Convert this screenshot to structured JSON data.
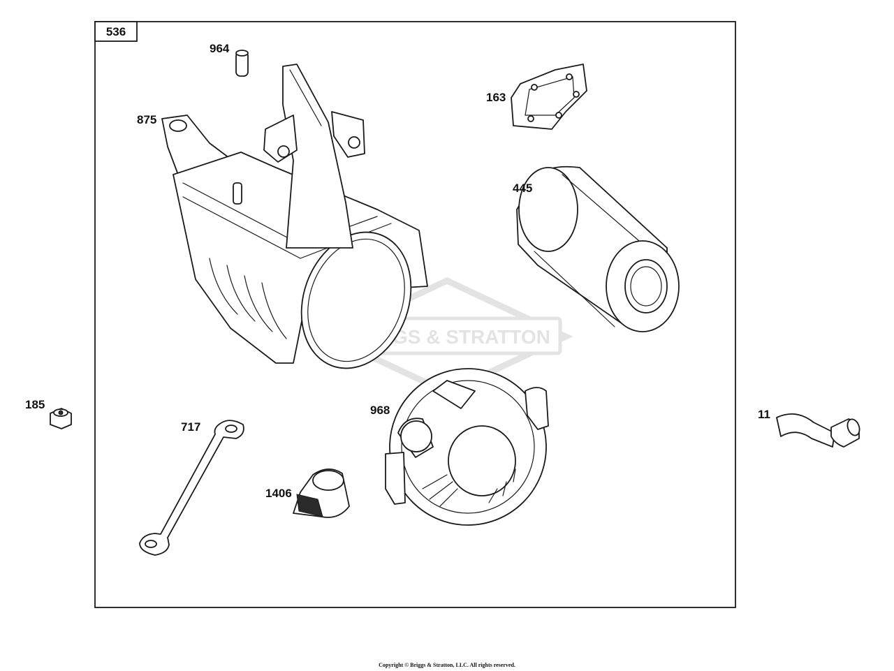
{
  "assembly_box_label": "536",
  "watermark": {
    "brand": "BRIGGS & STRATTON",
    "color": "#e4e4e4"
  },
  "parts": [
    {
      "id": "964",
      "label": "964",
      "name": "pin"
    },
    {
      "id": "875",
      "label": "875",
      "name": "air-cleaner-base"
    },
    {
      "id": "163",
      "label": "163",
      "name": "gasket"
    },
    {
      "id": "445",
      "label": "445",
      "name": "air-filter-cartridge"
    },
    {
      "id": "185",
      "label": "185",
      "name": "nut"
    },
    {
      "id": "717",
      "label": "717",
      "name": "bracket"
    },
    {
      "id": "968",
      "label": "968",
      "name": "air-cleaner-cover"
    },
    {
      "id": "1406",
      "label": "1406",
      "name": "pre-cleaner"
    },
    {
      "id": "11",
      "label": "11",
      "name": "breather-tube"
    }
  ],
  "copyright": "Copyright © Briggs & Stratton, LLC. All rights reserved.",
  "colors": {
    "line": "#1a1a1a",
    "background": "#ffffff"
  }
}
